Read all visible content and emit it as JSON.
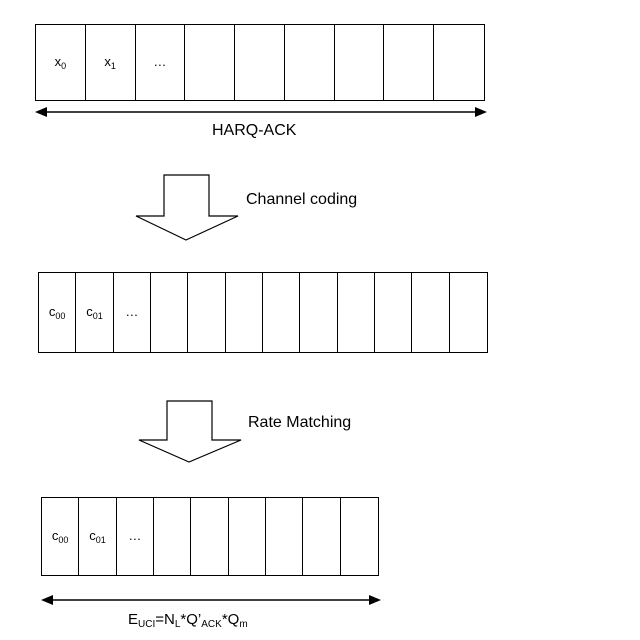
{
  "row1": {
    "cells": [
      {
        "base": "x",
        "sub": "0"
      },
      {
        "base": "x",
        "sub": "1"
      },
      {
        "base": "…",
        "sub": ""
      },
      {
        "base": "",
        "sub": ""
      },
      {
        "base": "",
        "sub": ""
      },
      {
        "base": "",
        "sub": ""
      },
      {
        "base": "",
        "sub": ""
      },
      {
        "base": "",
        "sub": ""
      },
      {
        "base": "",
        "sub": ""
      }
    ],
    "span_label": "HARQ-ACK"
  },
  "step1": {
    "label": "Channel coding"
  },
  "row2": {
    "cells": [
      {
        "base": "c",
        "sub": "00"
      },
      {
        "base": "c",
        "sub": "01"
      },
      {
        "base": "…",
        "sub": ""
      },
      {
        "base": "",
        "sub": ""
      },
      {
        "base": "",
        "sub": ""
      },
      {
        "base": "",
        "sub": ""
      },
      {
        "base": "",
        "sub": ""
      },
      {
        "base": "",
        "sub": ""
      },
      {
        "base": "",
        "sub": ""
      },
      {
        "base": "",
        "sub": ""
      },
      {
        "base": "",
        "sub": ""
      },
      {
        "base": "",
        "sub": ""
      }
    ]
  },
  "step2": {
    "label": "Rate Matching"
  },
  "row3": {
    "cells": [
      {
        "base": "c",
        "sub": "00"
      },
      {
        "base": "c",
        "sub": "01"
      },
      {
        "base": "…",
        "sub": ""
      },
      {
        "base": "",
        "sub": ""
      },
      {
        "base": "",
        "sub": ""
      },
      {
        "base": "",
        "sub": ""
      },
      {
        "base": "",
        "sub": ""
      },
      {
        "base": "",
        "sub": ""
      },
      {
        "base": "",
        "sub": ""
      }
    ],
    "formula": {
      "e": "E",
      "e_sub": "UCI",
      "eq": "=N",
      "n_sub": "L",
      "mul1": "*Q’",
      "q_sub": "ACK",
      "mul2": "*Q",
      "m_sub": "m"
    }
  }
}
